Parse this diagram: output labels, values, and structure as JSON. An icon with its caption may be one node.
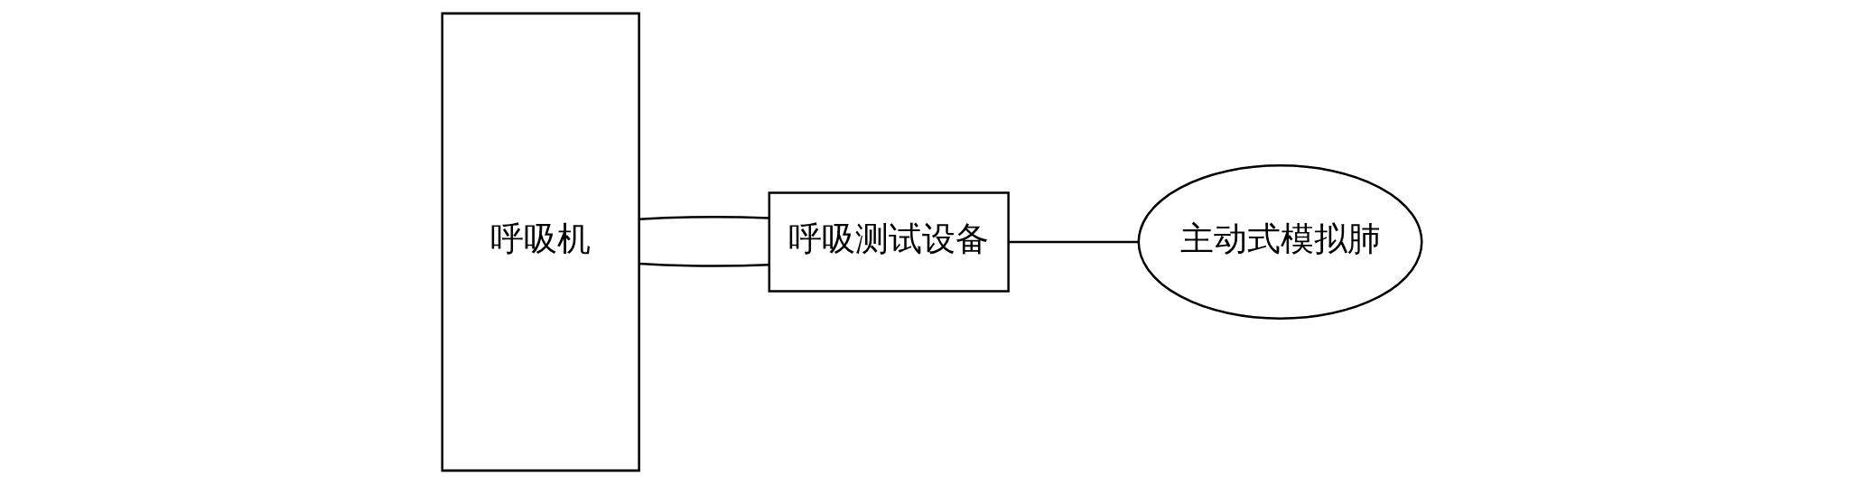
{
  "diagram": {
    "nodes": [
      {
        "text": [
          "呼吸机"
        ]
      },
      {
        "text": [
          "呼吸测试设备"
        ]
      },
      {
        "text": [
          "主动式模拟肺"
        ]
      }
    ],
    "edges": [
      {
        "from": 0,
        "to": 1,
        "arrow": "none"
      },
      {
        "from": 0,
        "to": 1,
        "arrow": "none"
      },
      {
        "from": 1,
        "to": 2,
        "arrow": "none"
      }
    ]
  }
}
